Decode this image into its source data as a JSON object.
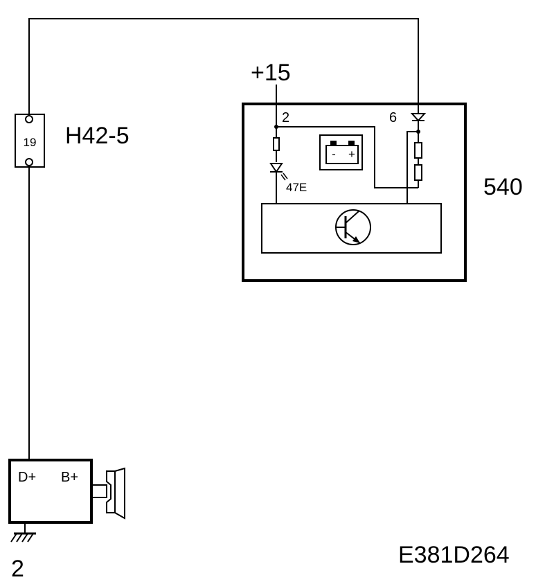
{
  "labels": {
    "supply": "+15",
    "connector_id": "H42-5",
    "connector_pin": "19",
    "unit_id": "540",
    "pin_a": "2",
    "pin_b": "6",
    "led_ref": "47E",
    "alt_terminal_d": "D+",
    "alt_terminal_b": "B+",
    "ground_ref": "2",
    "diagram_code": "E381D264"
  },
  "battery_symbol": {
    "minus": "-",
    "plus": "+"
  }
}
